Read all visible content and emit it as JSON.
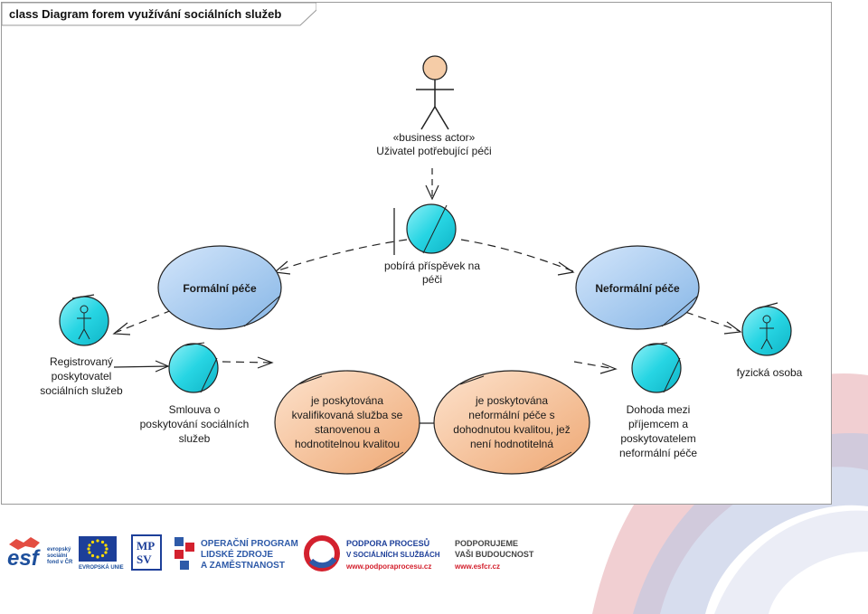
{
  "diagram": {
    "title": "class Diagram forem využívání sociálních služeb",
    "actor_stereotype": "«business actor»",
    "actor_name": "Uživatel potřebující péči",
    "control_label_line1": "pobírá příspěvek na",
    "control_label_line2": "péči",
    "formal_care": "Formální péče",
    "informal_care": "Neformální péče",
    "registered_provider_line1": "Registrovaný",
    "registered_provider_line2": "poskytovatel",
    "registered_provider_line3": "sociálních služeb",
    "contract_line1": "Smlouva o",
    "contract_line2": "poskytování sociálních",
    "contract_line3": "služeb",
    "qualified_line1": "je poskytována",
    "qualified_line2": "kvalifikovaná služba se",
    "qualified_line3": "stanovenou a",
    "qualified_line4": "hodnotitelnou kvalitou",
    "informal_service_line1": "je poskytována",
    "informal_service_line2": "neformální péče s",
    "informal_service_line3": "dohodnutou kvalitou, jež",
    "informal_service_line4": "není hodnotitelná",
    "physical_person": "fyzická osoba",
    "agreement_line1": "Dohoda mezi",
    "agreement_line2": "příjemcem a",
    "agreement_line3": "poskytovatelem",
    "agreement_line4": "neformální péče"
  },
  "footer": {
    "esf_logo": "esf",
    "esf_small_line1": "evropský",
    "esf_small_line2": "sociální",
    "esf_small_line3": "fond v ČR",
    "eu_label": "EVROPSKÁ UNIE",
    "mpsv_line1": "MP",
    "mpsv_line2": "SV",
    "op_line1": "OPERAČNÍ PROGRAM",
    "op_line2": "LIDSKÉ ZDROJE",
    "op_line3": "A ZAMĚSTNANOST",
    "pp_line1": "PODPORA PROCESŮ",
    "pp_line2": "V SOCIÁLNÍCH SLUŽBÁCH",
    "pp_line3": "www.podporaprocesu.cz",
    "sup_line1": "PODPORUJEME",
    "sup_line2": "VAŠI BUDOUCNOST",
    "sup_line3": "www.esfcr.cz"
  },
  "colors": {
    "actor_fill": "#f5cca7",
    "control_fill": "#27d5e3",
    "entity_fill": "#9ec8ee",
    "boundary_fill": "#f2b88c",
    "deco_red": "#e7a5ab",
    "deco_blue": "#bcc6e3",
    "esf_blue": "#1d4f9c",
    "op_blue": "#2e5aa8",
    "pp_red": "#d3212e"
  }
}
